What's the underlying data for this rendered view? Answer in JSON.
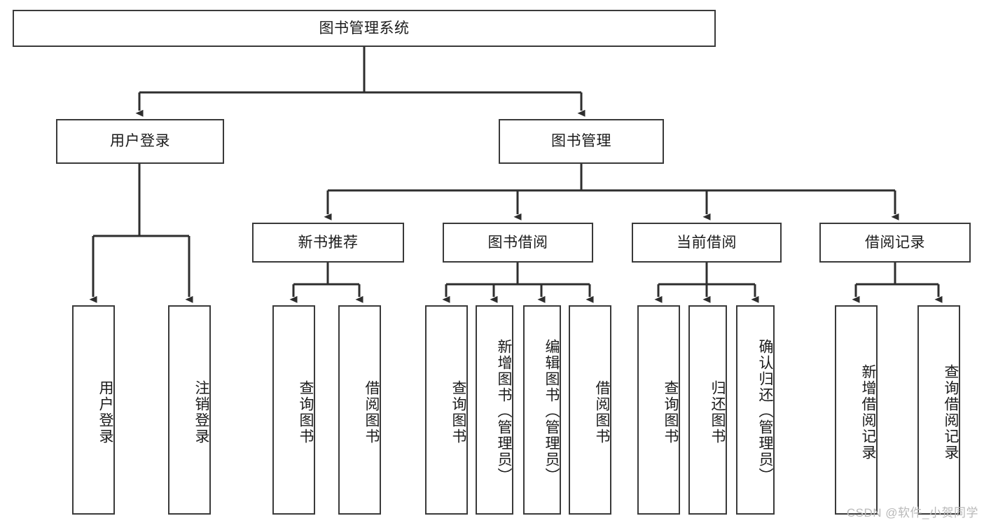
{
  "diagram": {
    "title": "图书管理系统",
    "type": "functional-structure-tree",
    "colors": {
      "box_border": "#3a3a3a",
      "box_fill": "#ffffff",
      "connector": "#2e2e2e",
      "text": "#1b1b1b",
      "watermark": "#b9b9b9",
      "background": "#ffffff"
    }
  },
  "root": {
    "label": "图书管理系统"
  },
  "level1": [
    {
      "label": "用户登录"
    },
    {
      "label": "图书管理"
    }
  ],
  "level2": [
    {
      "label": "新书推荐"
    },
    {
      "label": "图书借阅"
    },
    {
      "label": "当前借阅"
    },
    {
      "label": "借阅记录"
    }
  ],
  "leaves": {
    "user_login": [
      {
        "label": "用户登录"
      },
      {
        "label": "注销登录"
      }
    ],
    "new_book_recommend": [
      {
        "label": "查询图书"
      },
      {
        "label": "借阅图书"
      }
    ],
    "book_borrow": [
      {
        "label": "查询图书"
      },
      {
        "label": "新增图书（管理员）"
      },
      {
        "label": "编辑图书（管理员）"
      },
      {
        "label": "借阅图书"
      }
    ],
    "current_borrow": [
      {
        "label": "查询图书"
      },
      {
        "label": "归还图书"
      },
      {
        "label": "确认归还（管理员）"
      }
    ],
    "borrow_record": [
      {
        "label": "新增借阅记录"
      },
      {
        "label": "查询借阅记录"
      }
    ]
  },
  "watermark": {
    "text": "CSDN @软件_小贺同学"
  }
}
